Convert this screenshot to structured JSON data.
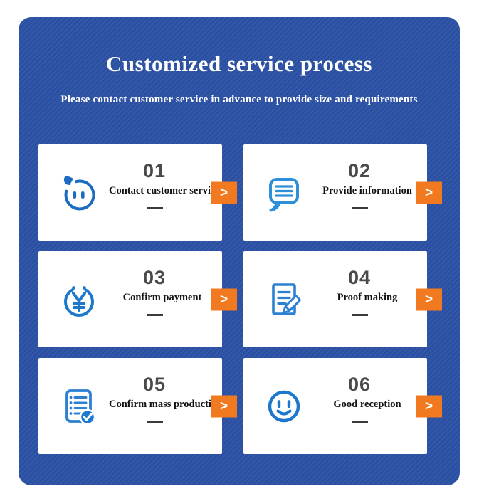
{
  "header": {
    "title": "Customized service process",
    "subtitle": "Please contact customer service in advance to provide size and requirements"
  },
  "ui": {
    "arrow_glyph": ">"
  },
  "steps": [
    {
      "number": "01",
      "label": "Contact customer service",
      "icon": "chat-face-icon"
    },
    {
      "number": "02",
      "label": "Provide information",
      "icon": "speech-bubble-lines-icon"
    },
    {
      "number": "03",
      "label": "Confirm payment",
      "icon": "yen-coin-icon"
    },
    {
      "number": "04",
      "label": "Proof making",
      "icon": "document-pencil-icon"
    },
    {
      "number": "05",
      "label": "Confirm mass production",
      "icon": "checklist-check-icon"
    },
    {
      "number": "06",
      "label": "Good reception",
      "icon": "smiley-face-icon"
    }
  ],
  "colors": {
    "panel_blue": "#2c52a6",
    "accent_orange": "#f1791f",
    "number_gray": "#4a4a4a",
    "icon_blue_dark": "#1b6cc0",
    "icon_blue_mid": "#1d78cb",
    "icon_blue_light": "#2e8fd9",
    "card_white": "#ffffff"
  }
}
